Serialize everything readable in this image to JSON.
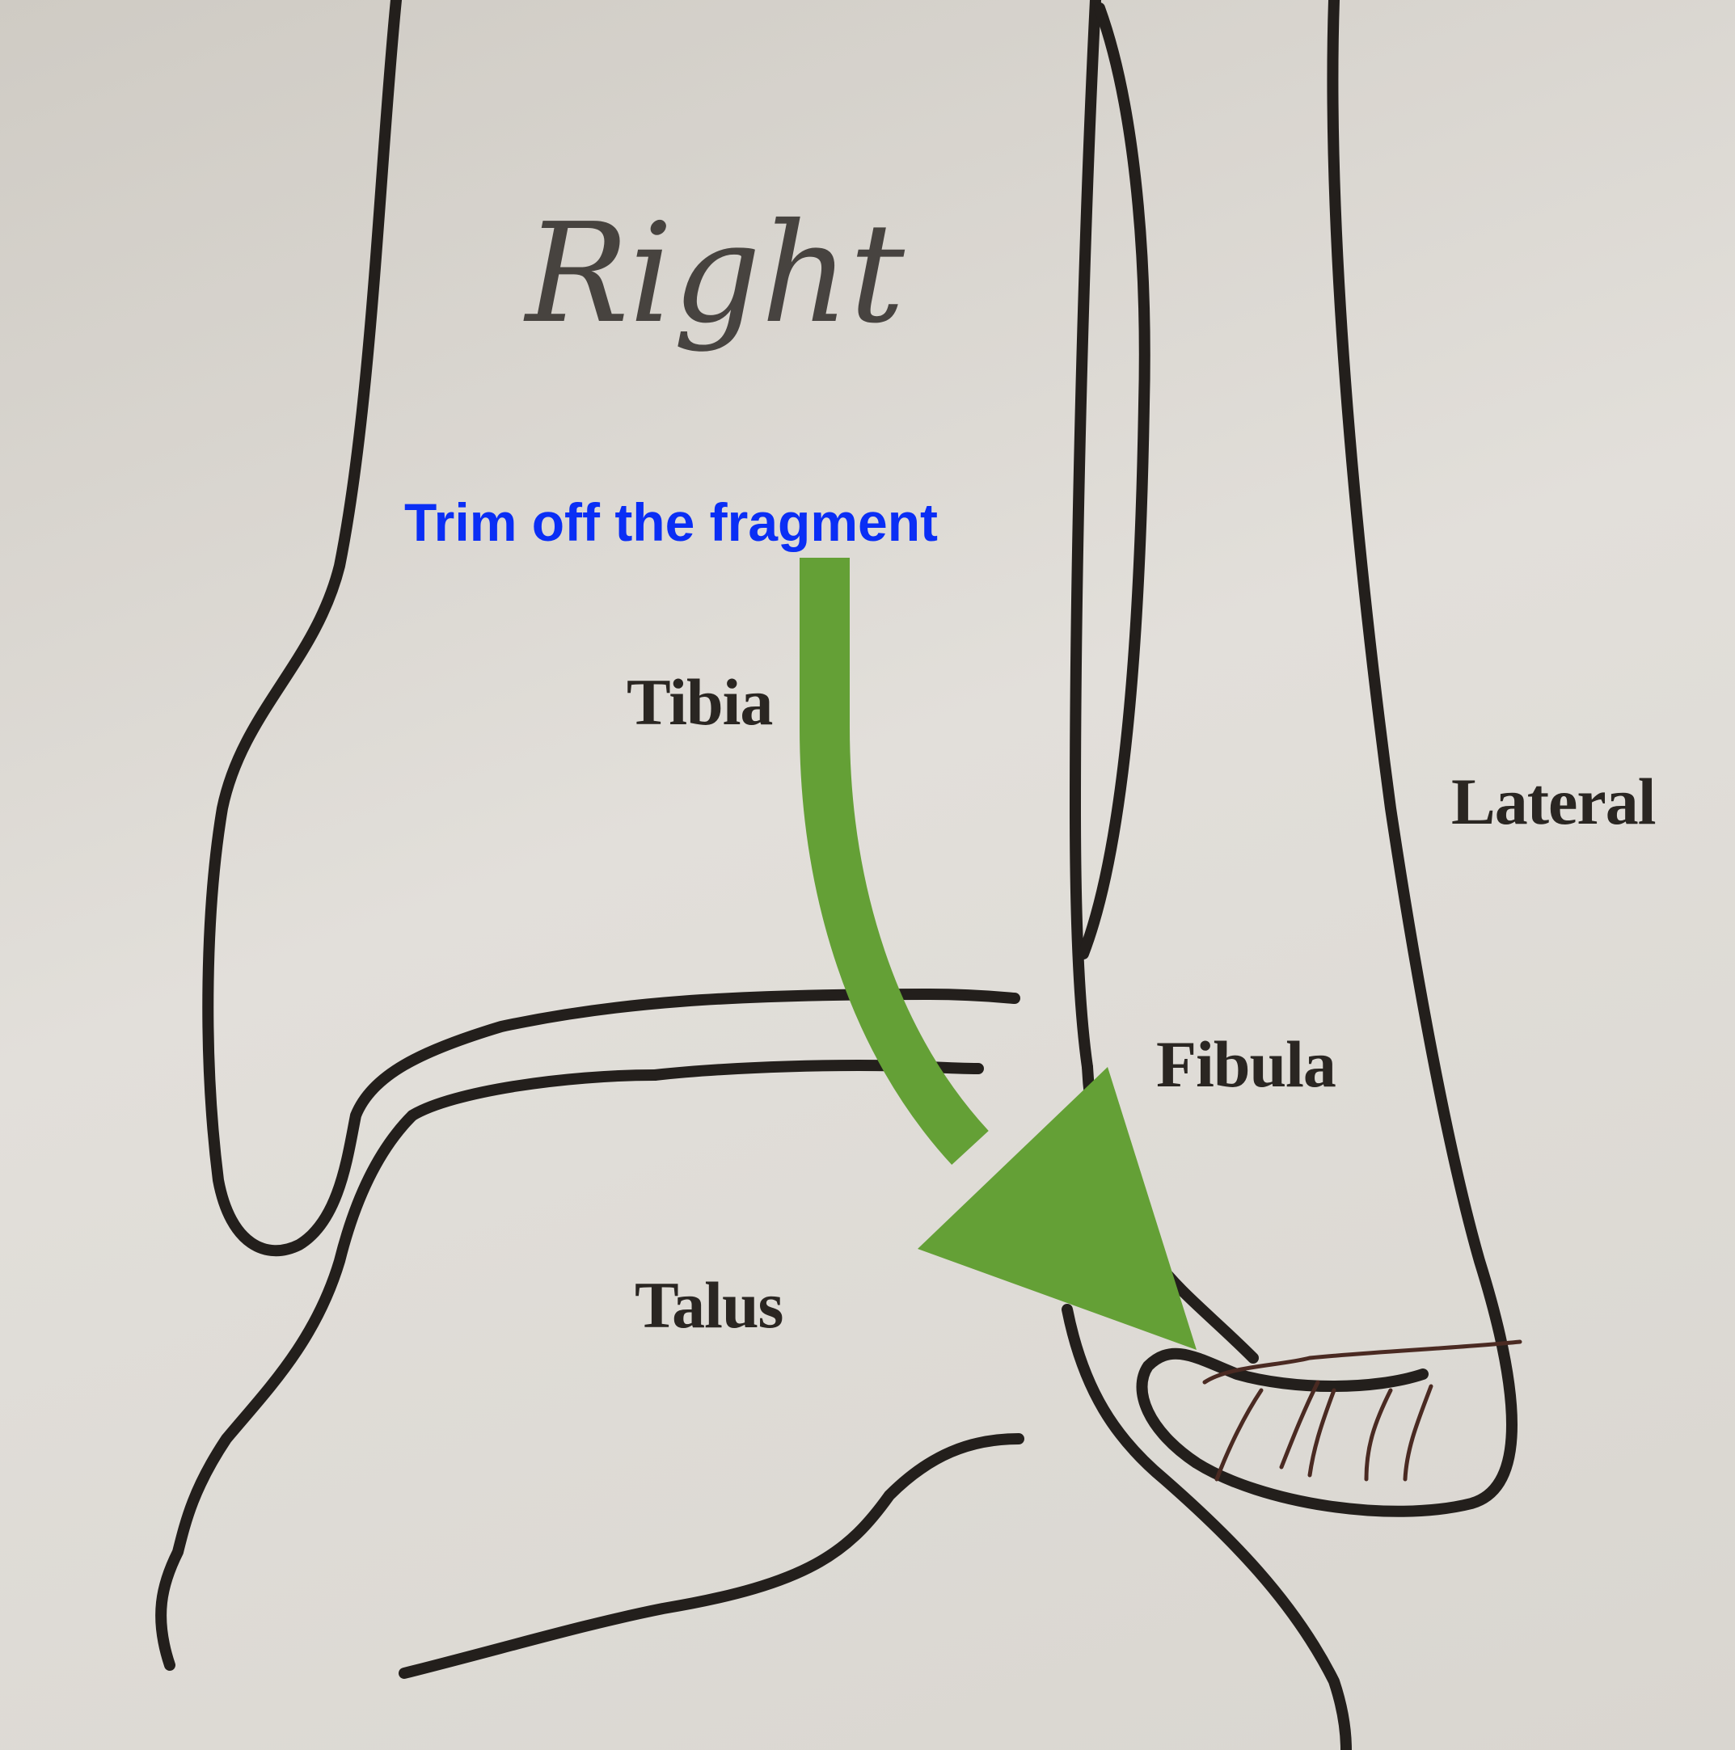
{
  "handwriting": {
    "text": "Right"
  },
  "annotation": {
    "text": "Trim off the fragment",
    "color": "#0a2ef5"
  },
  "arrow": {
    "color": "#64a036",
    "from": "annotation",
    "to": "fibula-fragment"
  },
  "labels": {
    "tibia": "Tibia",
    "fibula": "Fibula",
    "talus": "Talus",
    "lateral": "Lateral"
  },
  "colors": {
    "line": "#231f1c",
    "paper": "#dcd9d3",
    "fragment_marker": "#4a2a22"
  }
}
